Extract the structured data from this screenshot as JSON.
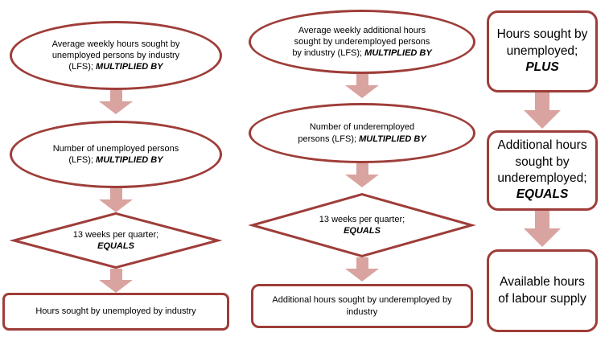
{
  "theme": {
    "stroke_color": "#9E3D39",
    "arrow_color": "#D9A3A0",
    "text_color": "#000000",
    "background": "#FFFFFF",
    "arrow_icon": "down-block-arrow"
  },
  "diagram": {
    "type": "flowchart",
    "columns": [
      {
        "name": "hours-sought-by-unemployed",
        "nodes": [
          {
            "shape": "ellipse",
            "lines": [
              "Average weekly hours sought by",
              "unemployed persons by industry",
              "(LFS); **MULTIPLIED BY**"
            ]
          },
          {
            "shape": "ellipse",
            "lines": [
              "Number of unemployed persons",
              "(LFS); **MULTIPLIED BY**"
            ]
          },
          {
            "shape": "diamond",
            "lines": [
              "13 weeks per quarter;",
              "**EQUALS**"
            ]
          },
          {
            "shape": "rect",
            "lines": [
              "Hours sought by unemployed by industry"
            ]
          }
        ]
      },
      {
        "name": "additional-hours-sought-by-underemployed",
        "nodes": [
          {
            "shape": "ellipse",
            "lines": [
              "Average weekly additional hours",
              "sought by underemployed persons",
              "by industry (LFS); **MULTIPLIED BY**"
            ]
          },
          {
            "shape": "ellipse",
            "lines": [
              "Number of underemployed",
              "persons (LFS); **MULTIPLIED BY**"
            ]
          },
          {
            "shape": "diamond",
            "lines": [
              "13 weeks per quarter;",
              "**EQUALS**"
            ]
          },
          {
            "shape": "rect",
            "lines": [
              "Additional hours sought by underemployed by",
              "industry"
            ]
          }
        ]
      },
      {
        "name": "available-hours-of-labour-supply",
        "nodes": [
          {
            "shape": "rounded-rect",
            "lines": [
              "Hours sought by",
              "unemployed;",
              "**PLUS**"
            ]
          },
          {
            "shape": "rounded-rect",
            "lines": [
              "Additional hours",
              "sought by",
              "underemployed;",
              "**EQUALS**"
            ]
          },
          {
            "shape": "rounded-rect",
            "lines": [
              "Available hours",
              "of labour supply"
            ]
          }
        ]
      }
    ]
  }
}
